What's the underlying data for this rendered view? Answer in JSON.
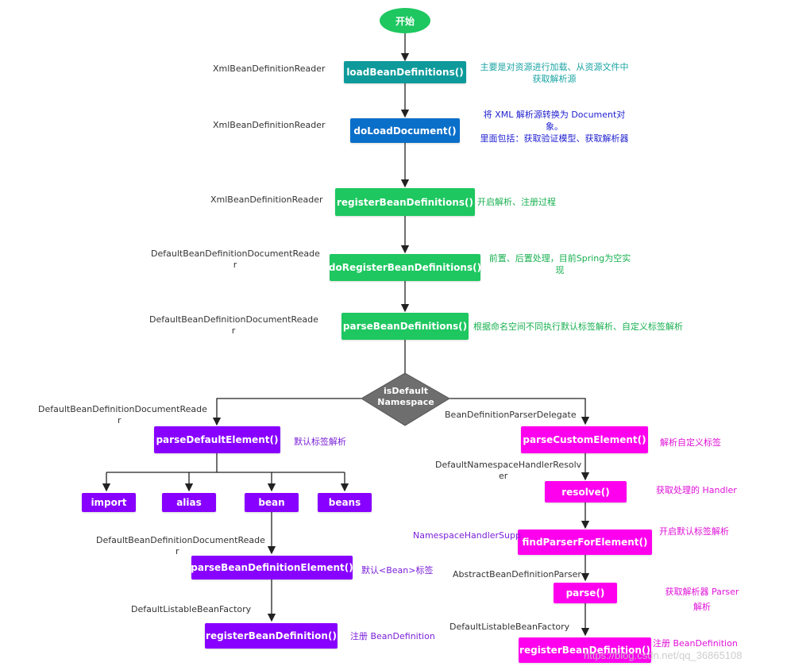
{
  "start": "开始",
  "decision": {
    "line1": "isDefault",
    "line2": "Namespace"
  },
  "main": [
    {
      "label": "loadBeanDefinitions()",
      "cls": [
        "XmlBeanDefinitionReader"
      ],
      "note": [
        "主要是对资源进行加载、从资源文件中",
        "获取解析源"
      ]
    },
    {
      "label": "doLoadDocument()",
      "cls": [
        "XmlBeanDefinitionReader"
      ],
      "note": [
        "将 XML 解析源转换为 Document对",
        "象。",
        "里面包括：获取验证模型、获取解析器"
      ]
    },
    {
      "label": "registerBeanDefinitions()",
      "cls": [
        "XmlBeanDefinitionReader"
      ],
      "note": [
        "开启解析、注册过程"
      ]
    },
    {
      "label": "doRegisterBeanDefinitions()",
      "cls": [
        "DefaultBeanDefinitionDocumentReade",
        "r"
      ],
      "note": [
        "前置、后置处理，目前Spring为空实",
        "现"
      ]
    },
    {
      "label": "parseBeanDefinitions()",
      "cls": [
        "DefaultBeanDefinitionDocumentReade",
        "r"
      ],
      "note": [
        "根据命名空间不同执行默认标签解析、自定义标签解析"
      ]
    }
  ],
  "left": {
    "parseDefault": {
      "label": "parseDefaultElement()",
      "cls": [
        "DefaultBeanDefinitionDocumentReade",
        "r"
      ],
      "note": "默认标签解析"
    },
    "tags": [
      "import",
      "alias",
      "bean",
      "beans"
    ],
    "parseBean": {
      "label": "parseBeanDefinitionElement()",
      "cls": [
        "DefaultBeanDefinitionDocumentReade",
        "r"
      ],
      "note": "默认<Bean>标签"
    },
    "register": {
      "label": "registerBeanDefinition()",
      "cls": [
        "DefaultListableBeanFactory"
      ],
      "note": "注册 BeanDefinition"
    }
  },
  "right": {
    "parseCustom": {
      "label": "parseCustomElement()",
      "cls": [
        "BeanDefinitionParserDelegate"
      ],
      "note": "解析自定义标签"
    },
    "resolve": {
      "label": "resolve()",
      "cls": [
        "DefaultNamespaceHandlerResolv",
        "er"
      ],
      "note": "获取处理的 Handler"
    },
    "findParser": {
      "label": "findParserForElement()",
      "cls": [
        "NamespaceHandlerSupp"
      ],
      "note": "开启默认标签解析"
    },
    "parse": {
      "label": "parse()",
      "cls": [
        "AbstractBeanDefinitionParser"
      ],
      "note": [
        "获取解析器 Parser",
        "解析"
      ]
    },
    "register": {
      "label": "registerBeanDefinition()",
      "cls": [
        "DefaultListableBeanFactory"
      ],
      "note": "注册 BeanDefinition"
    }
  },
  "watermark": "https://blog.csdn.net/qq_36865108"
}
